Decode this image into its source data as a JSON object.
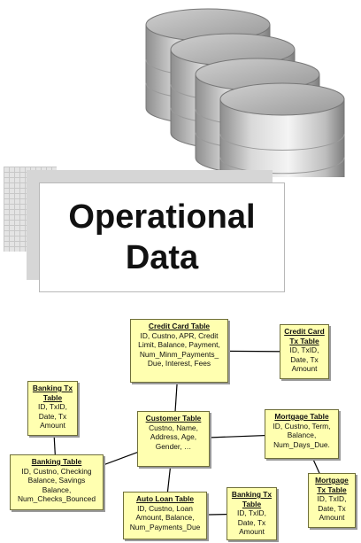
{
  "heading": {
    "line1": "Operational",
    "line2": "Data"
  },
  "database_icon": {
    "name": "database-cylinder-icon",
    "count": 4
  },
  "colors": {
    "node_fill": "#ffffb0",
    "node_border": "#6f6f3a",
    "connector": "#000000",
    "cylinder_shade": "#a9a9a9"
  },
  "tables": {
    "credit_card": {
      "title": "Credit Card Table",
      "fields": "ID, Custno, APR, Credit Limit, Balance, Payment, Num_Minm_Payments_ Due, Interest, Fees"
    },
    "credit_card_tx": {
      "title": "Credit Card Tx Table",
      "fields": "ID, TxID, Date, Tx Amount"
    },
    "banking_tx_left": {
      "title": "Banking Tx Table",
      "fields": "ID, TxID, Date, Tx Amount"
    },
    "customer": {
      "title": "Customer Table",
      "fields": "Custno, Name, Address, Age, Gender, …"
    },
    "mortgage": {
      "title": "Mortgage Table",
      "fields": "ID, Custno, Term, Balance, Num_Days_Due."
    },
    "banking": {
      "title": "Banking Table",
      "fields": "ID, Custno, Checking Balance, Savings Balance, Num_Checks_Bounced"
    },
    "mortgage_tx": {
      "title": "Mortgage Tx Table",
      "fields": "ID, TxID, Date, Tx Amount"
    },
    "auto_loan": {
      "title": "Auto Loan Table",
      "fields": "ID, Custno, Loan Amount, Balance, Num_Payments_Due"
    },
    "banking_tx_right": {
      "title": "Banking Tx Table",
      "fields": "ID, TxID, Date, Tx Amount"
    }
  },
  "relationships": [
    [
      "credit_card",
      "credit_card_tx"
    ],
    [
      "credit_card",
      "customer"
    ],
    [
      "customer",
      "mortgage"
    ],
    [
      "mortgage",
      "mortgage_tx"
    ],
    [
      "customer",
      "banking"
    ],
    [
      "banking_tx_left",
      "banking"
    ],
    [
      "customer",
      "auto_loan"
    ],
    [
      "auto_loan",
      "banking_tx_right"
    ]
  ]
}
